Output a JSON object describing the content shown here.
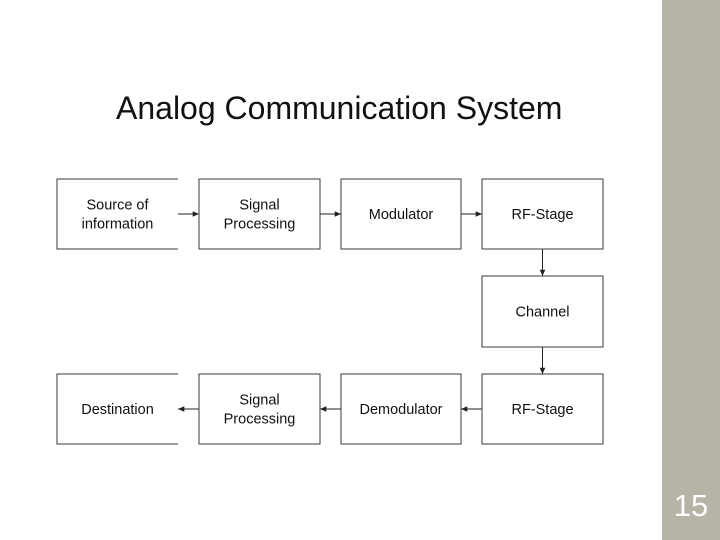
{
  "slide": {
    "title": "Analog Communication System",
    "page_number": "15",
    "side_band_color": "#b6b3a7"
  },
  "diagram": {
    "nodes": [
      {
        "id": "source",
        "lines": [
          "Source of",
          "information"
        ]
      },
      {
        "id": "signal-processing-tx",
        "lines": [
          "Signal",
          "Processing"
        ]
      },
      {
        "id": "modulator",
        "lines": [
          "Modulator"
        ]
      },
      {
        "id": "rf-stage-tx",
        "lines": [
          "RF-Stage"
        ]
      },
      {
        "id": "channel",
        "lines": [
          "Channel"
        ]
      },
      {
        "id": "destination",
        "lines": [
          "Destination"
        ]
      },
      {
        "id": "signal-processing-rx",
        "lines": [
          "Signal",
          "Processing"
        ]
      },
      {
        "id": "demodulator",
        "lines": [
          "Demodulator"
        ]
      },
      {
        "id": "rf-stage-rx",
        "lines": [
          "RF-Stage"
        ]
      }
    ],
    "edges": [
      {
        "from": "source",
        "to": "signal-processing-tx"
      },
      {
        "from": "signal-processing-tx",
        "to": "modulator"
      },
      {
        "from": "modulator",
        "to": "rf-stage-tx"
      },
      {
        "from": "rf-stage-tx",
        "to": "channel"
      },
      {
        "from": "channel",
        "to": "rf-stage-rx"
      },
      {
        "from": "rf-stage-rx",
        "to": "demodulator"
      },
      {
        "from": "demodulator",
        "to": "signal-processing-rx"
      },
      {
        "from": "signal-processing-rx",
        "to": "destination"
      }
    ]
  }
}
